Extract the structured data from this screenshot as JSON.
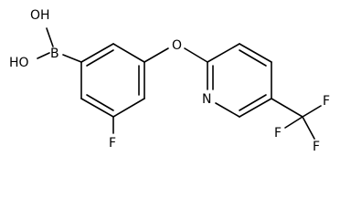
{
  "molecule": {
    "atoms": {
      "hydroxyl_top": "OH",
      "hydroxyl_left": "HO",
      "boron": "B",
      "ether_oxygen": "O",
      "ring_fluorine": "F",
      "pyridine_nitrogen": "N",
      "cf3_fluorine_right": "F",
      "cf3_fluorine_left": "F",
      "cf3_fluorine_bottom": "F"
    }
  }
}
